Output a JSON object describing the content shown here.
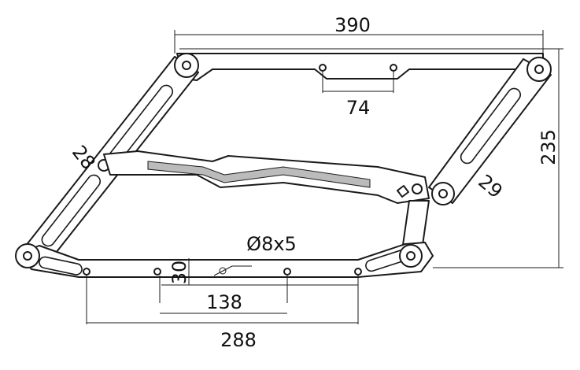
{
  "drawing": {
    "title": "Lift mechanism dimension drawing",
    "dimensions": {
      "overall_width": "390",
      "top_hole_spacing": "74",
      "left_arm_angle": "28",
      "overall_height": "235",
      "right_arm_angle": "29",
      "hole_spec": "Ø8x5",
      "bottom_offset": "30",
      "inner_hole_spacing": "138",
      "outer_hole_spacing": "288"
    },
    "colors": {
      "line": "#1a1a1a",
      "slot_fill": "#bbbbbb"
    }
  }
}
